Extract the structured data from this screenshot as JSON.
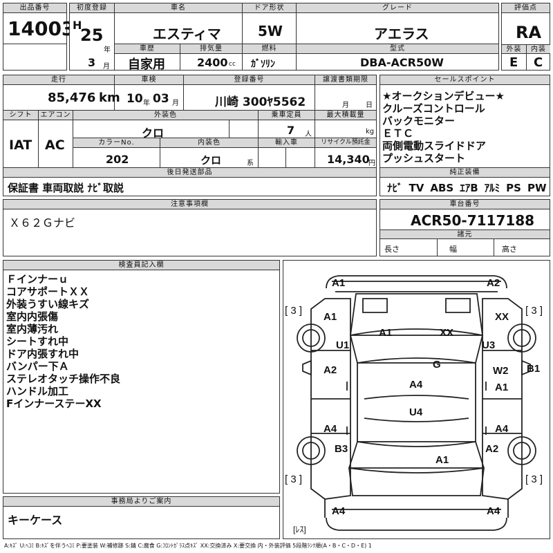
{
  "header": {
    "lot_label": "出品番号",
    "lot_number": "14003",
    "first_reg_label": "初度登録",
    "era": "H",
    "year_value": "25",
    "year_unit": "年",
    "month_value": "3",
    "month_unit": "月",
    "car_name_label": "車名",
    "car_name": "エスティマ",
    "door_label": "ドア形状",
    "door": "5W",
    "grade_label": "グレード",
    "grade": "アエラス",
    "score_label": "評価点",
    "score": "RA",
    "history_label": "車歴",
    "history": "自家用",
    "disp_label": "排気量",
    "disp_value": "2400",
    "disp_unit": "cc",
    "fuel_label": "燃料",
    "fuel": "ｶﾞｿﾘﾝ",
    "model_label": "型式",
    "model": "DBA-ACR50W",
    "ext_label": "外装",
    "ext_grade": "E",
    "int_label": "内装",
    "int_grade": "C"
  },
  "info": {
    "mileage_label": "走行",
    "mileage": "85,476",
    "mileage_unit": "km",
    "inspection_label": "車検",
    "insp_year": "10",
    "insp_year_unit": "年",
    "insp_month": "03",
    "insp_month_unit": "月",
    "plate_label": "登録番号",
    "plate": "川崎 300ﾔ5562",
    "transfer_label": "譲渡書類期限",
    "transfer_month_unit": "月",
    "transfer_day_unit": "日",
    "shift_label": "シフト",
    "shift": "IAT",
    "ac_label": "エアコン",
    "ac": "AC",
    "color_label": "外装色",
    "color": "クロ",
    "capacity_label": "乗車定員",
    "capacity": "7",
    "capacity_unit": "人",
    "load_label": "最大積載量",
    "load_unit": "kg",
    "color_no_label": "カラーNo.",
    "color_no": "202",
    "int_color_label": "内装色",
    "int_color": "クロ",
    "int_color_unit": "系",
    "import_label": "輸入車",
    "recycle_label": "リサイクル預託金",
    "recycle": "14,340",
    "recycle_unit": "円",
    "later_label": "後日発送部品",
    "later_items": "保証書 車両取説 ﾅﾋﾞ取説"
  },
  "sales_points": {
    "label": "セールスポイント",
    "items": [
      "★オークションデビュー★",
      "クルーズコントロール",
      "バックモニター",
      "ＥＴＣ",
      "両側電動スライドドア",
      "プッシュスタート"
    ]
  },
  "equipment": {
    "label": "純正装備",
    "items": [
      "ﾅﾋﾞ",
      "TV",
      "ABS",
      "ｴｱB",
      "ｱﾙﾐ",
      "PS",
      "PW"
    ]
  },
  "notes": {
    "label": "注意事項欄",
    "text": "Ｘ６２Ｇナビ"
  },
  "chassis": {
    "label": "車台番号",
    "number": "ACR50-7117188",
    "specs_label": "諸元",
    "length_label": "長さ",
    "width_label": "幅",
    "height_label": "高さ"
  },
  "inspector": {
    "label": "検査員記入欄",
    "lines": [
      "Ｆインナーｕ",
      "コアサポートＸＸ",
      "外装うすい線キズ",
      "室内内張傷",
      "室内薄汚れ",
      "シートすれ中",
      "ドア内張すれ中",
      "バンパー下Ａ",
      "ステレオタッチ操作不良",
      "ハンドル加工",
      "FインナーステーXX"
    ]
  },
  "office": {
    "label": "事務局よりご案内",
    "text": "キーケース"
  },
  "diagram": {
    "marks": {
      "tl": "A1",
      "tr": "A2",
      "l3a": "[ 3 ]",
      "r3a": "[ 3 ]",
      "la1": "A1",
      "rxx": "XX",
      "cA1": "A1",
      "cXX": "XX",
      "lu1": "U1",
      "ru3": "U3",
      "cG": "G",
      "la2": "A2",
      "rw2": "W2",
      "rb1": "B1",
      "ra1": "A1",
      "cA4": "A4",
      "cU4": "U4",
      "la4": "A4",
      "ra4": "A4",
      "lb3": "B3",
      "ra2": "A2",
      "bA1": "A1",
      "l3b": "[ 3 ]",
      "r3b": "[ 3 ]",
      "bl4": "A4",
      "br4": "A4",
      "res": "[ﾚｽ]"
    }
  },
  "legend": "A:ｷｽﾞ U:ﾍｺﾐ B:ｷｽﾞを伴うﾍｺﾐ P:要塗装 W:補修跡 S:錆 C:腐食 G:ﾌﾛﾝﾄｶﾞﾗｽ点ｷｽﾞ XX:交換済み X:要交換 内・外装評価 5段階ﾗﾝｸ順(A・B・C・D・E) 1"
}
